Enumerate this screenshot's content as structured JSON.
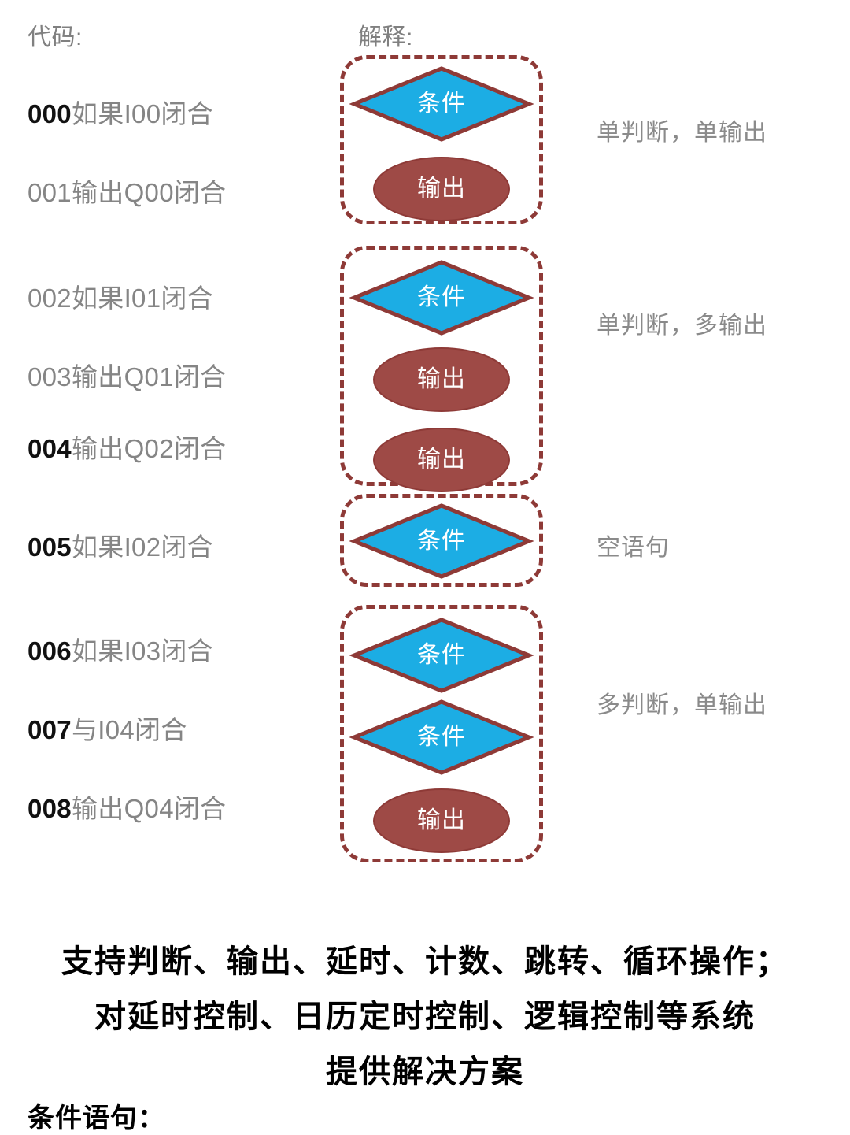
{
  "headers": {
    "code": "代码:",
    "explanation": "解释:"
  },
  "colors": {
    "condition_fill": "#1CADE4",
    "condition_stroke": "#8E3A37",
    "output_fill": "#9E4A46",
    "output_stroke": "#8E3A37",
    "group_border": "#8E3A37",
    "code_text": "#858585",
    "code_number_dark": "#111111",
    "explain_text": "#8A8A8A",
    "summary_text": "#000000",
    "shape_label": "#FFFFFF"
  },
  "code_lines": [
    {
      "num": "000",
      "text": "如果I00闭合",
      "dark_num": true
    },
    {
      "num": "001",
      "text": "输出Q00闭合",
      "dark_num": false
    },
    {
      "num": "002",
      "text": "如果I01闭合",
      "dark_num": false
    },
    {
      "num": "003",
      "text": "输出Q01闭合",
      "dark_num": false
    },
    {
      "num": "004",
      "text": "输出Q02闭合",
      "dark_num": true
    },
    {
      "num": "005",
      "text": "如果I02闭合",
      "dark_num": true
    },
    {
      "num": "006",
      "text": "如果I03闭合",
      "dark_num": true
    },
    {
      "num": "007",
      "text": "与I04闭合",
      "dark_num": true
    },
    {
      "num": "008",
      "text": "输出Q04闭合",
      "dark_num": true
    }
  ],
  "groups": [
    {
      "id": "group-single-condition-single-output",
      "explanation": "单判断，单输出",
      "shapes": [
        {
          "type": "diamond",
          "label": "条件"
        },
        {
          "type": "ellipse",
          "label": "输出"
        }
      ]
    },
    {
      "id": "group-single-condition-multi-output",
      "explanation": "单判断，多输出",
      "shapes": [
        {
          "type": "diamond",
          "label": "条件"
        },
        {
          "type": "ellipse",
          "label": "输出"
        },
        {
          "type": "ellipse",
          "label": "输出"
        }
      ]
    },
    {
      "id": "group-empty-statement",
      "explanation": "空语句",
      "shapes": [
        {
          "type": "diamond",
          "label": "条件"
        }
      ]
    },
    {
      "id": "group-multi-condition-single-output",
      "explanation": "多判断，单输出",
      "shapes": [
        {
          "type": "diamond",
          "label": "条件"
        },
        {
          "type": "diamond",
          "label": "条件"
        },
        {
          "type": "ellipse",
          "label": "输出"
        }
      ]
    }
  ],
  "summary": {
    "line1": "支持判断、输出、延时、计数、跳转、循环操作；",
    "line2": "对延时控制、日历定时控制、逻辑控制等系统",
    "line3": "提供解决方案"
  },
  "footer": {
    "label": "条件语句："
  }
}
